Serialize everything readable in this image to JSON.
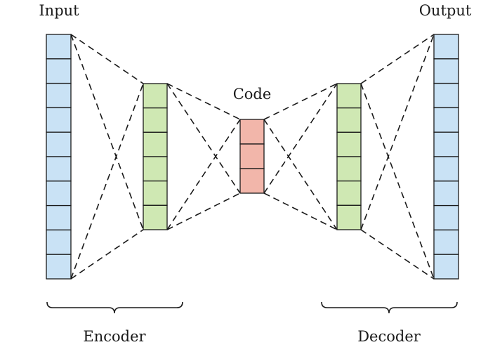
{
  "labels": {
    "input": "Input",
    "output": "Output",
    "code": "Code",
    "encoder": "Encoder",
    "decoder": "Decoder"
  },
  "layers": [
    {
      "id": "input",
      "cells": 10,
      "color": "#c9e2f5"
    },
    {
      "id": "encoder-hidden",
      "cells": 6,
      "color": "#cfe8b3"
    },
    {
      "id": "code",
      "cells": 3,
      "color": "#f2b6aa"
    },
    {
      "id": "decoder-hidden",
      "cells": 6,
      "color": "#cfe8b3"
    },
    {
      "id": "output",
      "cells": 10,
      "color": "#c9e2f5"
    }
  ]
}
